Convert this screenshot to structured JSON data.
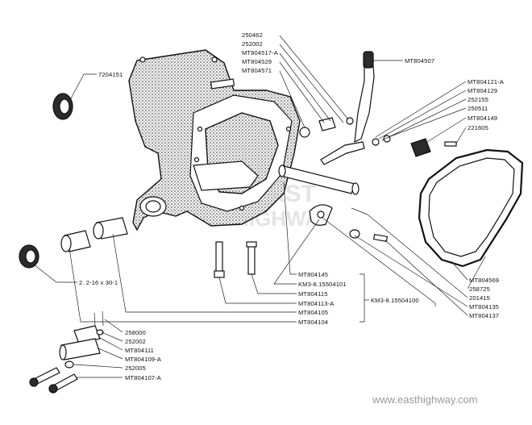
{
  "labels": {
    "l250462": "250462",
    "l252002a": "252002",
    "lMT804517A": "MT804517-A",
    "lMT804529": "MT804529",
    "lMT804571": "MT804571",
    "lMT804507": "MT804507",
    "l7204151": "7204151",
    "lMT804121A": "MT804121-A",
    "lMT804129": "MT804129",
    "l252155": "252155",
    "l250511": "250511",
    "lMT804149": "MT804149",
    "l221605": "221605",
    "l2216x30": "2. 2-16 x 30-1",
    "lMT804145": "MT804145",
    "lKM3_101": "KM3-8.15504101",
    "lMT804115": "MT804115",
    "lMT804113A": "MT804113-A",
    "lMT804105": "MT804105",
    "lMT804104": "MT804104",
    "lKM3_100": "KM3-8.15504100",
    "lMT804569": "MT804569",
    "l258725": "258725",
    "l201415": "201415",
    "lMT804135": "MT804135",
    "lMT804137": "MT804137",
    "l258000": "258000",
    "l252002b": "252002",
    "lMT804111": "MT804111",
    "lMT804109A": "MT804109-A",
    "l252005": "252005",
    "lMT804107A": "MT804107-A"
  },
  "watermark": {
    "line1": "EAST",
    "line2": "HIGHWAY",
    "url": "www.easthighway.com"
  }
}
